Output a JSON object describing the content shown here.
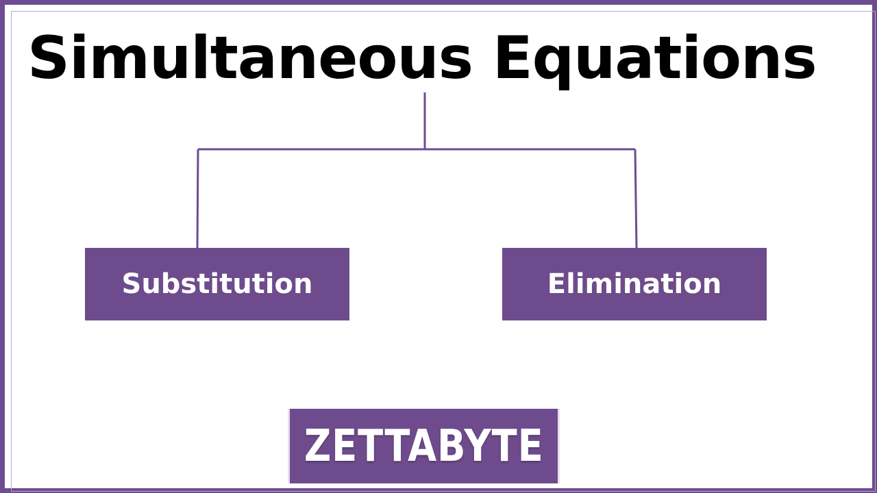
{
  "title": "Simultaneous Equations",
  "branches": [
    {
      "label": "Substitution"
    },
    {
      "label": "Elimination"
    }
  ],
  "logo": {
    "text": "ZETTABYTE"
  },
  "colors": {
    "accent": "#6e4b8c",
    "frame": "#6e4b93",
    "title_text": "#000000",
    "box_text": "#ffffff"
  }
}
